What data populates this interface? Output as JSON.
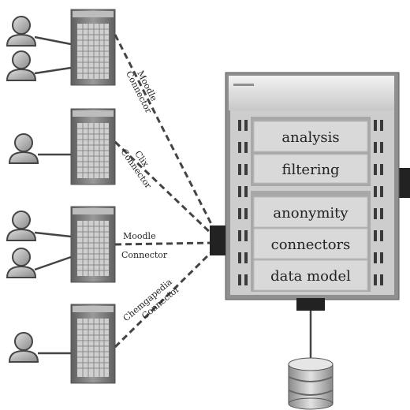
{
  "connectors": [
    {
      "line1": "Moodle",
      "line2": "Connector"
    },
    {
      "line1": "Clix",
      "line2": "Connector"
    },
    {
      "line1": "Moodle",
      "line2": "Connector"
    },
    {
      "line1": "Chemgapedia",
      "line2": "Connector"
    }
  ],
  "central_server": {
    "upper_layers": [
      "analysis",
      "filtering"
    ],
    "lower_layers": [
      "anonymity",
      "connectors",
      "data model"
    ]
  },
  "colors": {
    "server_body": "#8a8a8a",
    "server_panel": "#d4d4d4",
    "layer_box": "#d8d8d8",
    "layer_border": "#bdbdbd",
    "text": "#222222",
    "port": "#222222",
    "dash": "#444444"
  },
  "icons": [
    "user-icon",
    "server-icon",
    "database-icon",
    "port-icon"
  ]
}
